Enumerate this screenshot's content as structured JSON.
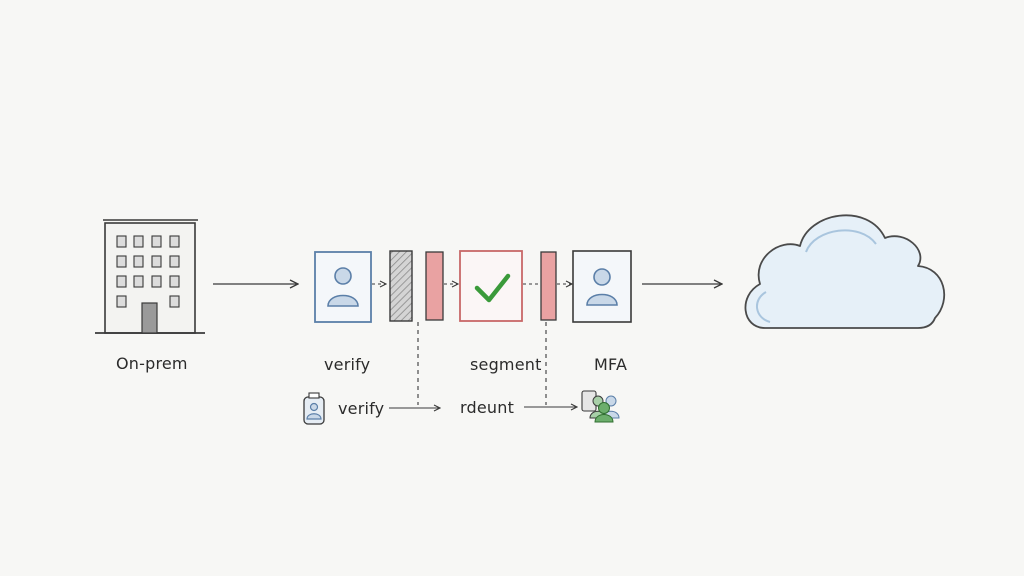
{
  "labels": {
    "source": "On-prem",
    "verify_main": "verify",
    "segment": "segment",
    "mfa": "MFA",
    "verify_sub": "verify",
    "rdeunt": "rdeunt"
  },
  "colors": {
    "ink": "#3a3a3a",
    "user_icon_blue": "#5b7fa8",
    "user_icon_fill": "#c9d8e8",
    "check_green": "#3a9a3a",
    "check_box_border": "#c86868",
    "red_bar": "#e9a2a2",
    "cloud_fill": "#e6f0f8",
    "cloud_stroke": "#4a4a4a",
    "group_green": "#6cae6c"
  },
  "icons": {
    "source": "office-building-icon",
    "verify": "user-badge-icon",
    "firewall_gray": "hatched-bar-icon",
    "firewall_red_1": "red-bar-icon",
    "segment": "checkmark-icon",
    "firewall_red_2": "red-bar-icon",
    "mfa": "user-badge-icon",
    "destination": "cloud-icon",
    "sub_user": "user-id-card-icon",
    "sub_group": "user-group-icon"
  }
}
